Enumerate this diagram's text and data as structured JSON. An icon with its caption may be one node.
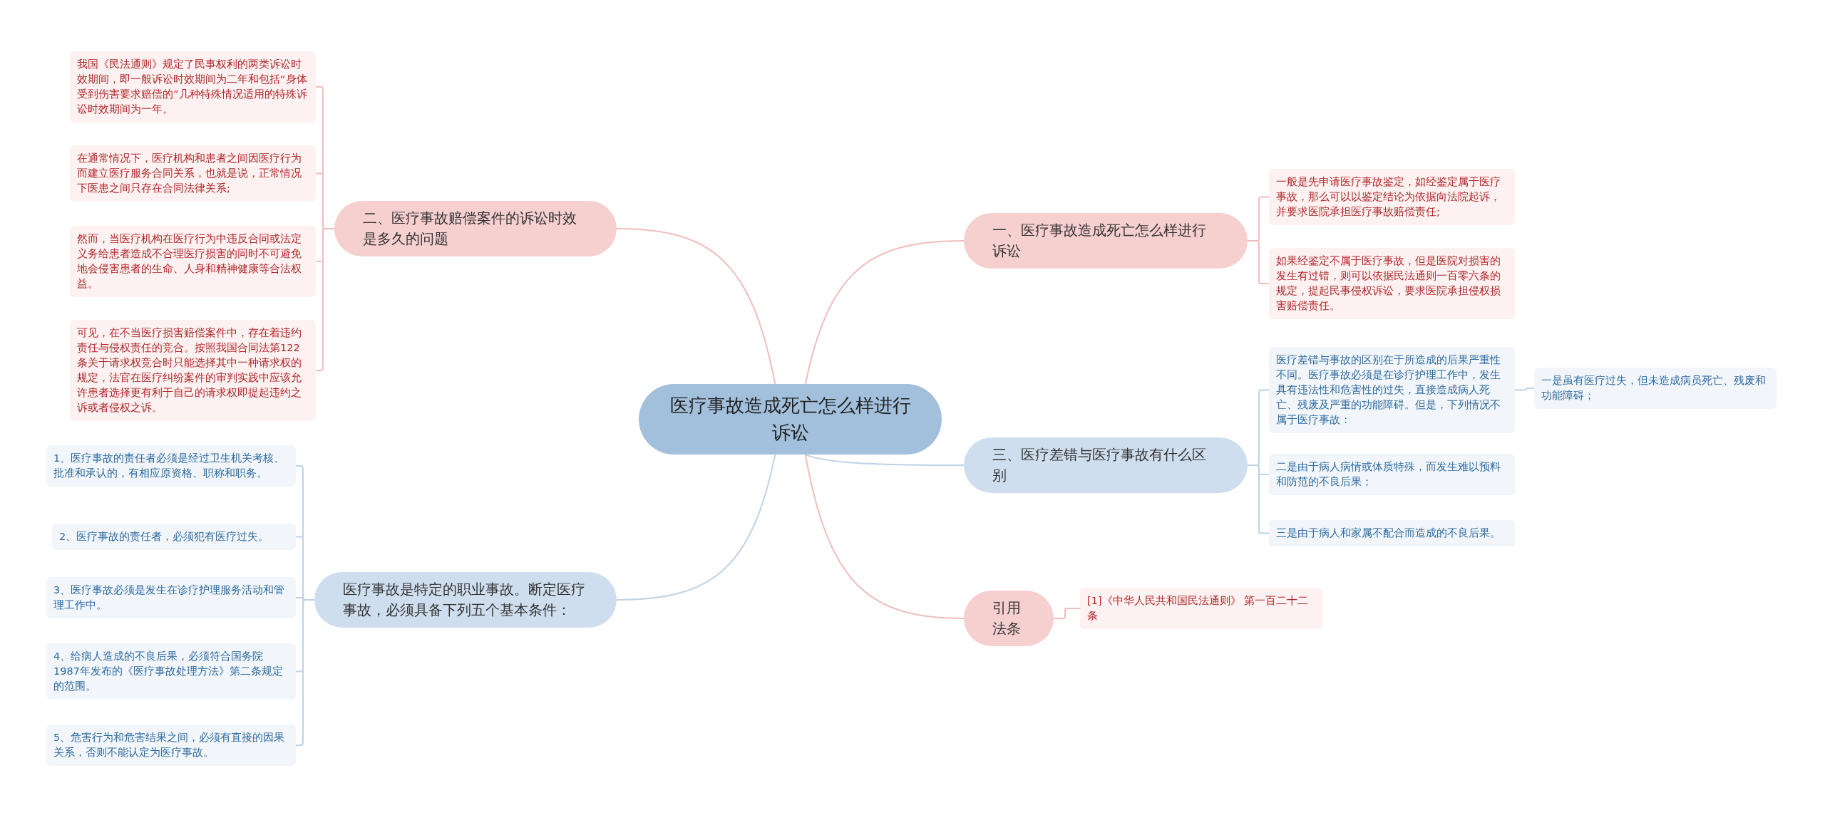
{
  "diagram": {
    "nodes": [
      {
        "text": [
          "医疗事故造成死亡怎么样进行诉讼"
        ]
      },
      {
        "text": [
          "二、医疗事故赔偿案件的诉讼时效是多久的问题"
        ]
      },
      {
        "text": [
          "我国《民法通则》规定了民事权利的两类诉讼时效期间，即一般诉讼时效期间为二年和包括“身体受到伤害要求赔偿的”几种特殊情况适用的特殊诉讼时效期间为一年。"
        ]
      },
      {
        "text": [
          "在通常情况下，医疗机构和患者之间因医疗行为而建立医疗服务合同关系，也就是说，正常情况下医患之间只存在合同法律关系;"
        ]
      },
      {
        "text": [
          "然而，当医疗机构在医疗行为中违反合同或法定义务给患者造成不合理医疗损害的同时不可避免地会侵害患者的生命、人身和精神健康等合法权益。"
        ]
      },
      {
        "text": [
          "可见，在不当医疗损害赔偿案件中，存在着违约责任与侵权责任的竞合。按照我国合同法第122条关于请求权竞合时只能选择其中一种请求权的规定，法官在医疗纠纷案件的审判实践中应该允许患者选择更有利于自己的请求权即提起违约之诉或者侵权之诉。"
        ]
      },
      {
        "text": [
          "医疗事故是特定的职业事故。断定医疗事故，必须具备下列五个基本条件："
        ]
      },
      {
        "text": [
          "1、医疗事故的责任者必须是经过卫生机关考核、批准和承认的，有相应原资格、职称和职务。"
        ]
      },
      {
        "text": [
          "2、医疗事故的责任者，必须犯有医疗过失。"
        ]
      },
      {
        "text": [
          "3、医疗事故必须是发生在诊疗护理服务活动和管理工作中。"
        ]
      },
      {
        "text": [
          "4、给病人造成的不良后果，必须符合国务院1987年发布的《医疗事故处理方法》第二条规定的范围。"
        ]
      },
      {
        "text": [
          "5、危害行为和危害结果之间，必须有直接的因果关系，否则不能认定为医疗事故。"
        ]
      },
      {
        "text": [
          "一、医疗事故造成死亡怎么样进行诉讼"
        ]
      },
      {
        "text": [
          "一般是先申请医疗事故鉴定，如经鉴定属于医疗事故，那么可以以鉴定结论为依据向法院起诉，并要求医院承担医疗事故赔偿责任;"
        ]
      },
      {
        "text": [
          "如果经鉴定不属于医疗事故，但是医院对损害的发生有过错，则可以依据民法通则一百零六条的规定，提起民事侵权诉讼，要求医院承担侵权损害赔偿责任。"
        ]
      },
      {
        "text": [
          "三、医疗差错与医疗事故有什么区别"
        ]
      },
      {
        "text": [
          "医疗差错与事故的区别在于所造成的后果严重性不同。医疗事故必须是在诊疗护理工作中，发生具有违法性和危害性的过失，直接造成病人死亡、残废及严重的功能障碍。但是，下列情况不属于医疗事故："
        ]
      },
      {
        "text": [
          "一是虽有医疗过失，但未造成病员死亡、残废和功能障碍；"
        ]
      },
      {
        "text": [
          "二是由于病人病情或体质特殊，而发生难以预料和防范的不良后果；"
        ]
      },
      {
        "text": [
          "三是由于病人和家属不配合而造成的不良后果。"
        ]
      },
      {
        "text": [
          "引用法条"
        ]
      },
      {
        "text": [
          "[1]《中华人民共和国民法通则》 第一百二十二条"
        ]
      }
    ],
    "edges": [
      {
        "from": 0,
        "to": 1,
        "arrow": "none",
        "color": "#f2bcbc"
      },
      {
        "from": 1,
        "to": 2,
        "arrow": "none",
        "color": "#f2bcbc"
      },
      {
        "from": 1,
        "to": 3,
        "arrow": "none",
        "color": "#f2bcbc"
      },
      {
        "from": 1,
        "to": 4,
        "arrow": "none",
        "color": "#f2bcbc"
      },
      {
        "from": 1,
        "to": 5,
        "arrow": "none",
        "color": "#f2bcbc"
      },
      {
        "from": 0,
        "to": 6,
        "arrow": "none"
      },
      {
        "from": 6,
        "to": 7,
        "arrow": "none"
      },
      {
        "from": 6,
        "to": 8,
        "arrow": "none"
      },
      {
        "from": 6,
        "to": 9,
        "arrow": "none"
      },
      {
        "from": 6,
        "to": 10,
        "arrow": "none"
      },
      {
        "from": 6,
        "to": 11,
        "arrow": "none"
      },
      {
        "from": 0,
        "to": 12,
        "arrow": "none",
        "color": "#f2bcbc"
      },
      {
        "from": 12,
        "to": 13,
        "arrow": "none",
        "color": "#f2bcbc"
      },
      {
        "from": 12,
        "to": 14,
        "arrow": "none",
        "color": "#f2bcbc"
      },
      {
        "from": 0,
        "to": 15,
        "arrow": "none"
      },
      {
        "from": 15,
        "to": 16,
        "arrow": "none"
      },
      {
        "from": 16,
        "to": 17,
        "arrow": "none"
      },
      {
        "from": 15,
        "to": 18,
        "arrow": "none"
      },
      {
        "from": 15,
        "to": 19,
        "arrow": "none"
      },
      {
        "from": 0,
        "to": 20,
        "arrow": "none",
        "color": "#f2bcbc"
      },
      {
        "from": 20,
        "to": 21,
        "arrow": "none",
        "color": "#f2bcbc"
      }
    ]
  }
}
